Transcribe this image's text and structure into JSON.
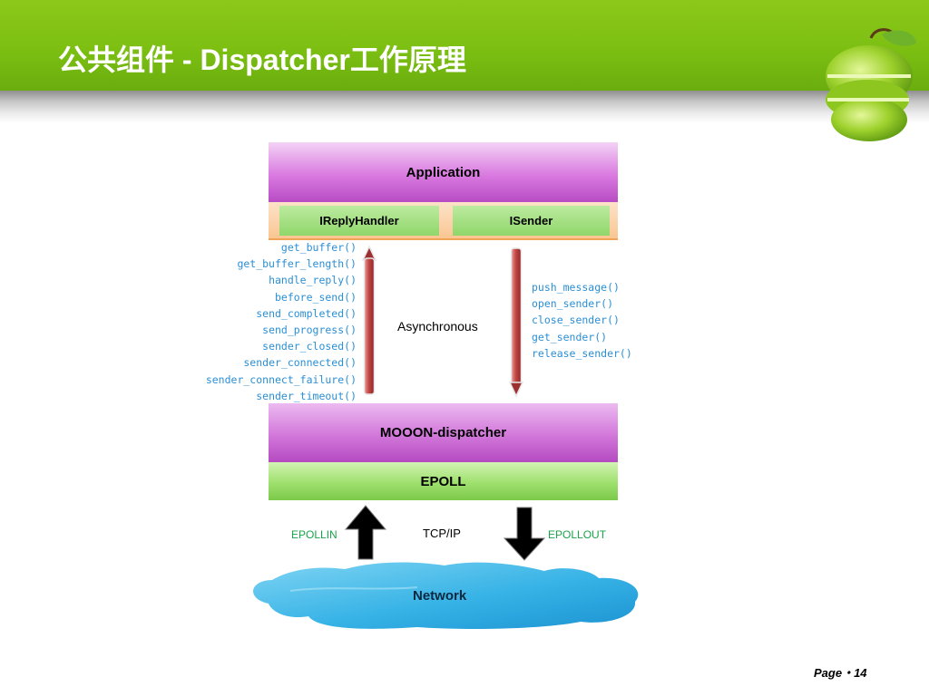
{
  "title": "公共组件 - Dispatcher工作原理",
  "diagram": {
    "application": "Application",
    "interfaces": [
      "IReplyHandler",
      "ISender"
    ],
    "reply_methods": [
      "get_buffer()",
      "get_buffer_length()",
      "handle_reply()",
      "before_send()",
      "send_completed()",
      "send_progress()",
      "sender_closed()",
      "sender_connected()",
      "sender_connect_failure()",
      "sender_timeout()"
    ],
    "sender_methods": [
      "push_message()",
      "open_sender()",
      "close_sender()",
      "get_sender()",
      "release_sender()"
    ],
    "async_label": "Asynchronous",
    "dispatcher": "MOOON-dispatcher",
    "epoll": "EPOLL",
    "epollin": "EPOLLIN",
    "epollout": "EPOLLOUT",
    "protocol": "TCP/IP",
    "network": "Network"
  },
  "footer": {
    "page": "Page・14"
  },
  "colors": {
    "header_green": "#7cbf12",
    "method_text": "#2a8fd6",
    "epoll_label": "#1aa34a",
    "arrow_red": "#c0393b"
  },
  "icons": [
    "apple-icon",
    "up-arrow-icon",
    "down-arrow-icon",
    "cloud-icon"
  ]
}
